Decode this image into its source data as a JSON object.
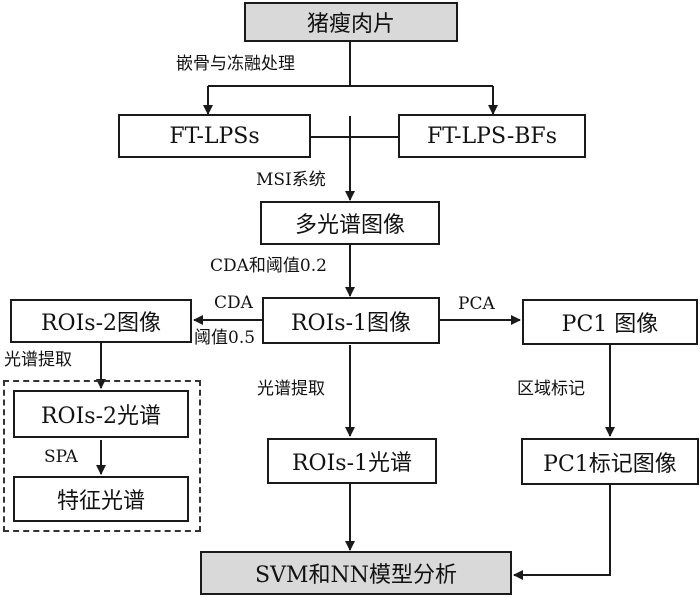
{
  "nodes": {
    "source": "猪瘦肉片",
    "ft_lpss": "FT-LPSs",
    "ft_lps_bfs": "FT-LPS-BFs",
    "msi_image": "多光谱图像",
    "rois1_image": "ROIs-1图像",
    "rois2_image": "ROIs-2图像",
    "pc1_image": "PC1 图像",
    "rois2_spectrum": "ROIs-2光谱",
    "feature_spectrum": "特征光谱",
    "rois1_spectrum": "ROIs-1光谱",
    "pc1_marked_image": "PC1标记图像",
    "model": "SVM和NN模型分析"
  },
  "edge_labels": {
    "deboning": "嵌骨与冻融处理",
    "msi_system": "MSI系统",
    "cda_threshold_02": "CDA和阈值0.2",
    "cda": "CDA",
    "threshold_05": "阈值0.5",
    "pca": "PCA",
    "spectrum_extract_left": "光谱提取",
    "spa": "SPA",
    "spectrum_extract_center": "光谱提取",
    "region_marking": "区域标记"
  },
  "colors": {
    "stroke": "#1a1a1a",
    "shaded_fill": "#d9d9d9",
    "background": "#ffffff"
  }
}
